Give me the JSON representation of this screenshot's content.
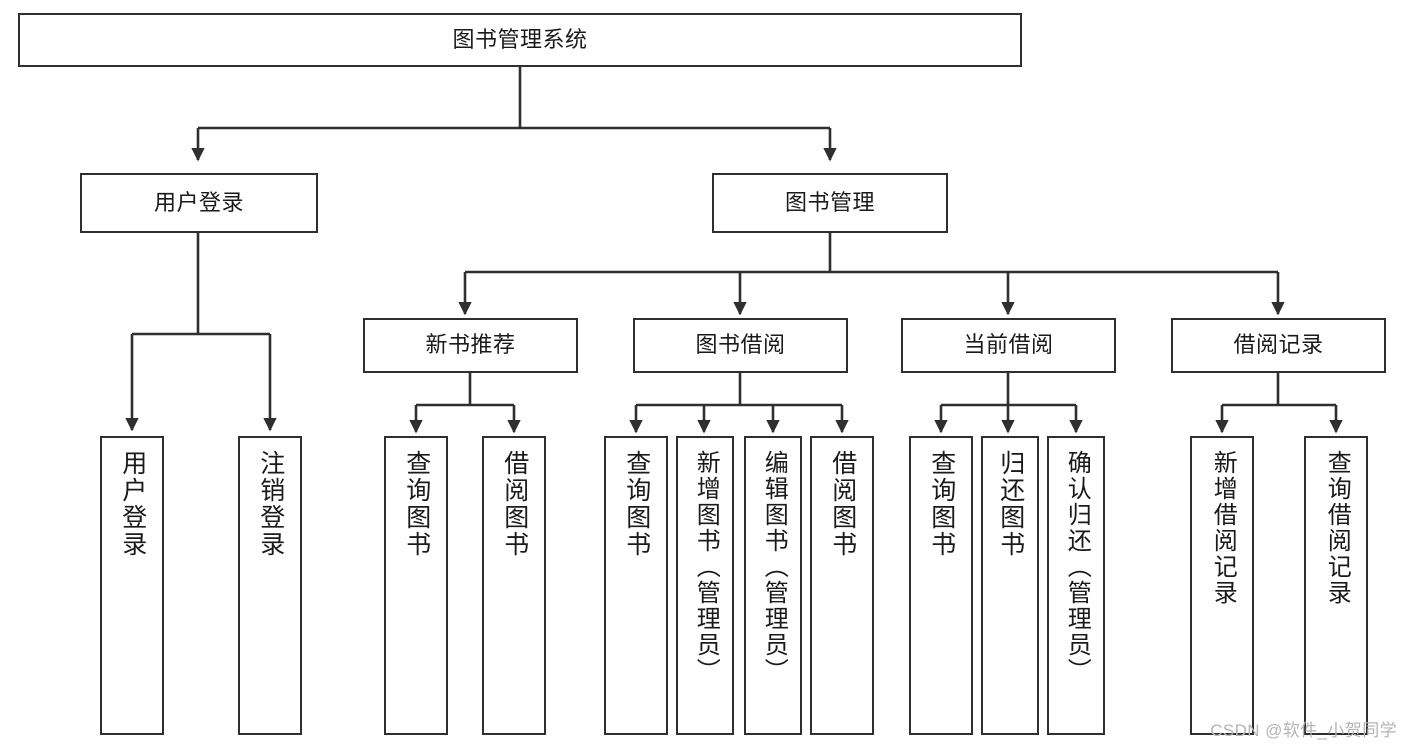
{
  "diagram": {
    "title": "图书管理系统",
    "type": "hierarchy-tree",
    "root": {
      "label": "图书管理系统"
    },
    "level2": [
      {
        "label": "用户登录"
      },
      {
        "label": "图书管理"
      }
    ],
    "level3": [
      {
        "label": "新书推荐"
      },
      {
        "label": "图书借阅"
      },
      {
        "label": "当前借阅"
      },
      {
        "label": "借阅记录"
      }
    ],
    "leaves": {
      "user_login": [
        {
          "label": "用户登录"
        },
        {
          "label": "注销登录"
        }
      ],
      "new_book_recommend": [
        {
          "label": "查询图书"
        },
        {
          "label": "借阅图书"
        }
      ],
      "book_borrow": [
        {
          "label": "查询图书"
        },
        {
          "label": "新增图书（管理员）"
        },
        {
          "label": "编辑图书（管理员）"
        },
        {
          "label": "借阅图书"
        }
      ],
      "current_borrow": [
        {
          "label": "查询图书"
        },
        {
          "label": "归还图书"
        },
        {
          "label": "确认归还（管理员）"
        }
      ],
      "borrow_record": [
        {
          "label": "新增借阅记录"
        },
        {
          "label": "查询借阅记录"
        }
      ]
    }
  },
  "watermark": {
    "text": "CSDN @软件_小贺同学"
  },
  "colors": {
    "stroke": "#2f2f2f",
    "background": "#ffffff",
    "text": "#1a1a1a",
    "watermark": "#b4b4b4"
  }
}
